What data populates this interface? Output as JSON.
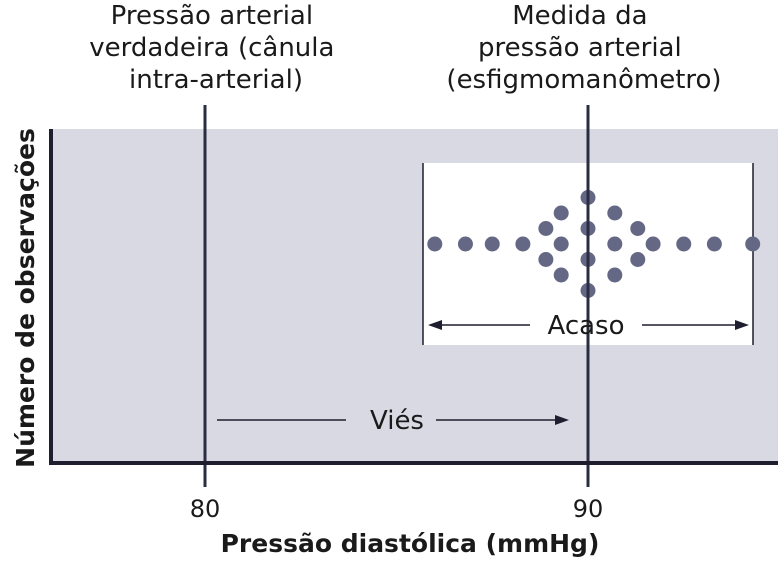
{
  "labels": {
    "true_pressure": [
      "Pressão arterial",
      "verdadeira (cânula",
      "intra-arterial)"
    ],
    "measured_pressure": [
      "Medida da",
      "pressão arterial",
      "(esfigmomanômetro)"
    ],
    "chance": "Acaso",
    "bias": "Viés",
    "x_axis_title": "Pressão diastólica (mmHg)",
    "y_axis_title": "Número de observações"
  },
  "x_ticks": [
    {
      "value": 80,
      "label": "80"
    },
    {
      "value": 90,
      "label": "90"
    }
  ],
  "true_value": 80,
  "measured_value": 90,
  "observations": [
    {
      "x": 86.0,
      "row": 0
    },
    {
      "x": 86.8,
      "row": 0
    },
    {
      "x": 87.5,
      "row": 0
    },
    {
      "x": 88.3,
      "row": 0
    },
    {
      "x": 88.9,
      "row": -1
    },
    {
      "x": 88.9,
      "row": 1
    },
    {
      "x": 89.3,
      "row": -2
    },
    {
      "x": 89.3,
      "row": 0
    },
    {
      "x": 89.3,
      "row": 2
    },
    {
      "x": 90.0,
      "row": -3
    },
    {
      "x": 90.0,
      "row": -1
    },
    {
      "x": 90.0,
      "row": 1
    },
    {
      "x": 90.0,
      "row": 3
    },
    {
      "x": 90.7,
      "row": -2
    },
    {
      "x": 90.7,
      "row": 0
    },
    {
      "x": 90.7,
      "row": 2
    },
    {
      "x": 91.3,
      "row": -1
    },
    {
      "x": 91.3,
      "row": 1
    },
    {
      "x": 91.7,
      "row": 0
    },
    {
      "x": 92.5,
      "row": 0
    },
    {
      "x": 93.3,
      "row": 0
    },
    {
      "x": 94.3,
      "row": 0
    }
  ],
  "chance_range": [
    85.8,
    94.4
  ],
  "colors": {
    "plot_background": "#d9d9e3",
    "box_background": "#ffffff",
    "dot": "#656885",
    "axis": "#1e1e2e",
    "value_line": "#2a2d42"
  }
}
